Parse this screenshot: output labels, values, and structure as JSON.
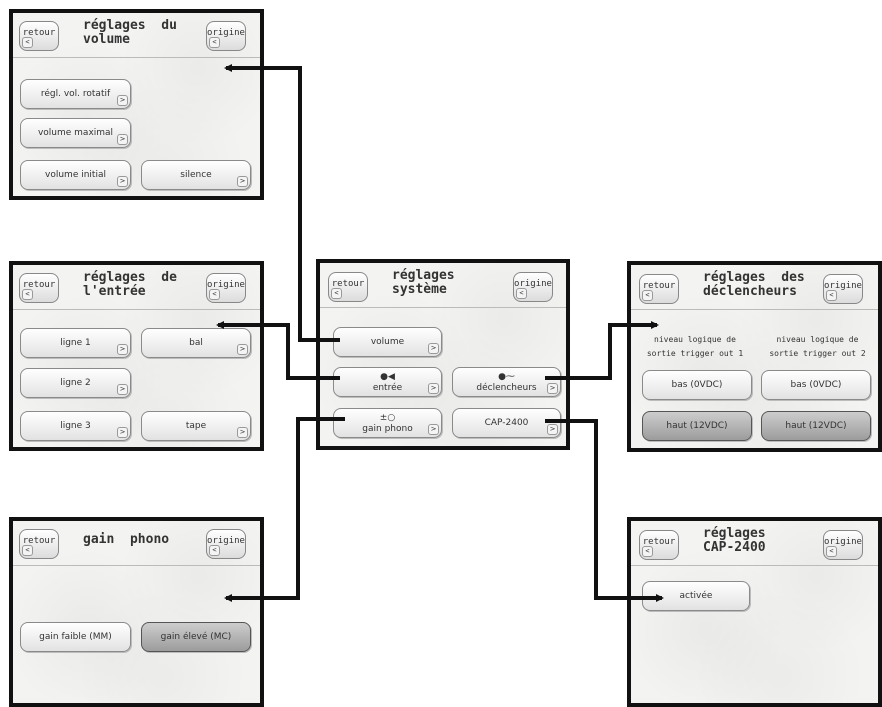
{
  "common": {
    "retour": "retour",
    "origine": "origine",
    "back_arrow": "<",
    "go_arrow": ">"
  },
  "volume": {
    "title": "réglages  du\nvolume",
    "buttons": [
      "régl. vol. rotatif",
      "volume maximal",
      "volume initial",
      "silence"
    ]
  },
  "entree": {
    "title": "réglages  de\nl'entrée",
    "buttons": [
      "ligne 1",
      "bal",
      "ligne 2",
      "ligne 3",
      "tape"
    ]
  },
  "gain": {
    "title": "gain  phono",
    "buttons": [
      "gain faible (MM)",
      "gain élevé (MC)"
    ]
  },
  "systeme": {
    "title": "réglages\nsystème",
    "buttons": [
      "volume",
      "entrée",
      "déclencheurs",
      "gain phono",
      "CAP-2400"
    ]
  },
  "declencheurs": {
    "title": "réglages  des\ndéclencheurs",
    "labels": [
      "niveau logique de\nsortie trigger out 1",
      "niveau logique de\nsortie trigger out 2"
    ],
    "buttons": [
      "bas (0VDC)",
      "bas (0VDC)",
      "haut (12VDC)",
      "haut (12VDC)"
    ]
  },
  "cap": {
    "title": "réglages\nCAP-2400",
    "buttons": [
      "activée"
    ]
  }
}
